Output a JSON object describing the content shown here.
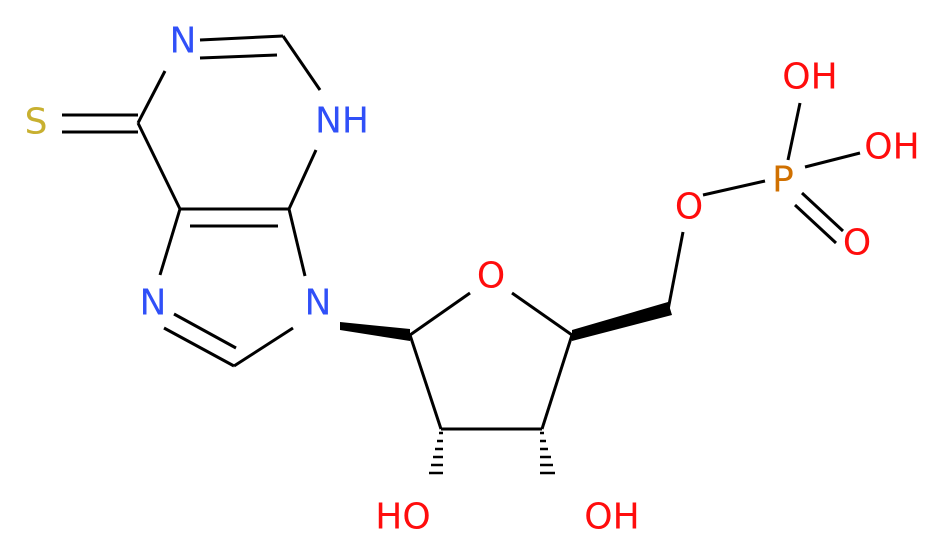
{
  "molecule": {
    "atoms": {
      "N1": {
        "label": "N",
        "color": "#3050F8"
      },
      "NH3": {
        "label": "NH",
        "color": "#3050F8"
      },
      "S6": {
        "label": "S",
        "color": "#C8B030"
      },
      "N7": {
        "label": "N",
        "color": "#3050F8"
      },
      "N9": {
        "label": "N",
        "color": "#3050F8"
      },
      "O_ring": {
        "label": "O",
        "color": "#FF0D0D"
      },
      "OH_2p": {
        "label": "HO",
        "color": "#FF0D0D"
      },
      "OH_3p": {
        "label": "OH",
        "color": "#FF0D0D"
      },
      "O5p": {
        "label": "O",
        "color": "#FF0D0D"
      },
      "P": {
        "label": "P",
        "color": "#D07000"
      },
      "P_OH1": {
        "label": "OH",
        "color": "#FF0D0D"
      },
      "P_OH2": {
        "label": "OH",
        "color": "#FF0D0D"
      },
      "P_O": {
        "label": "O",
        "color": "#FF0D0D"
      }
    },
    "bond_color": "#000000"
  }
}
